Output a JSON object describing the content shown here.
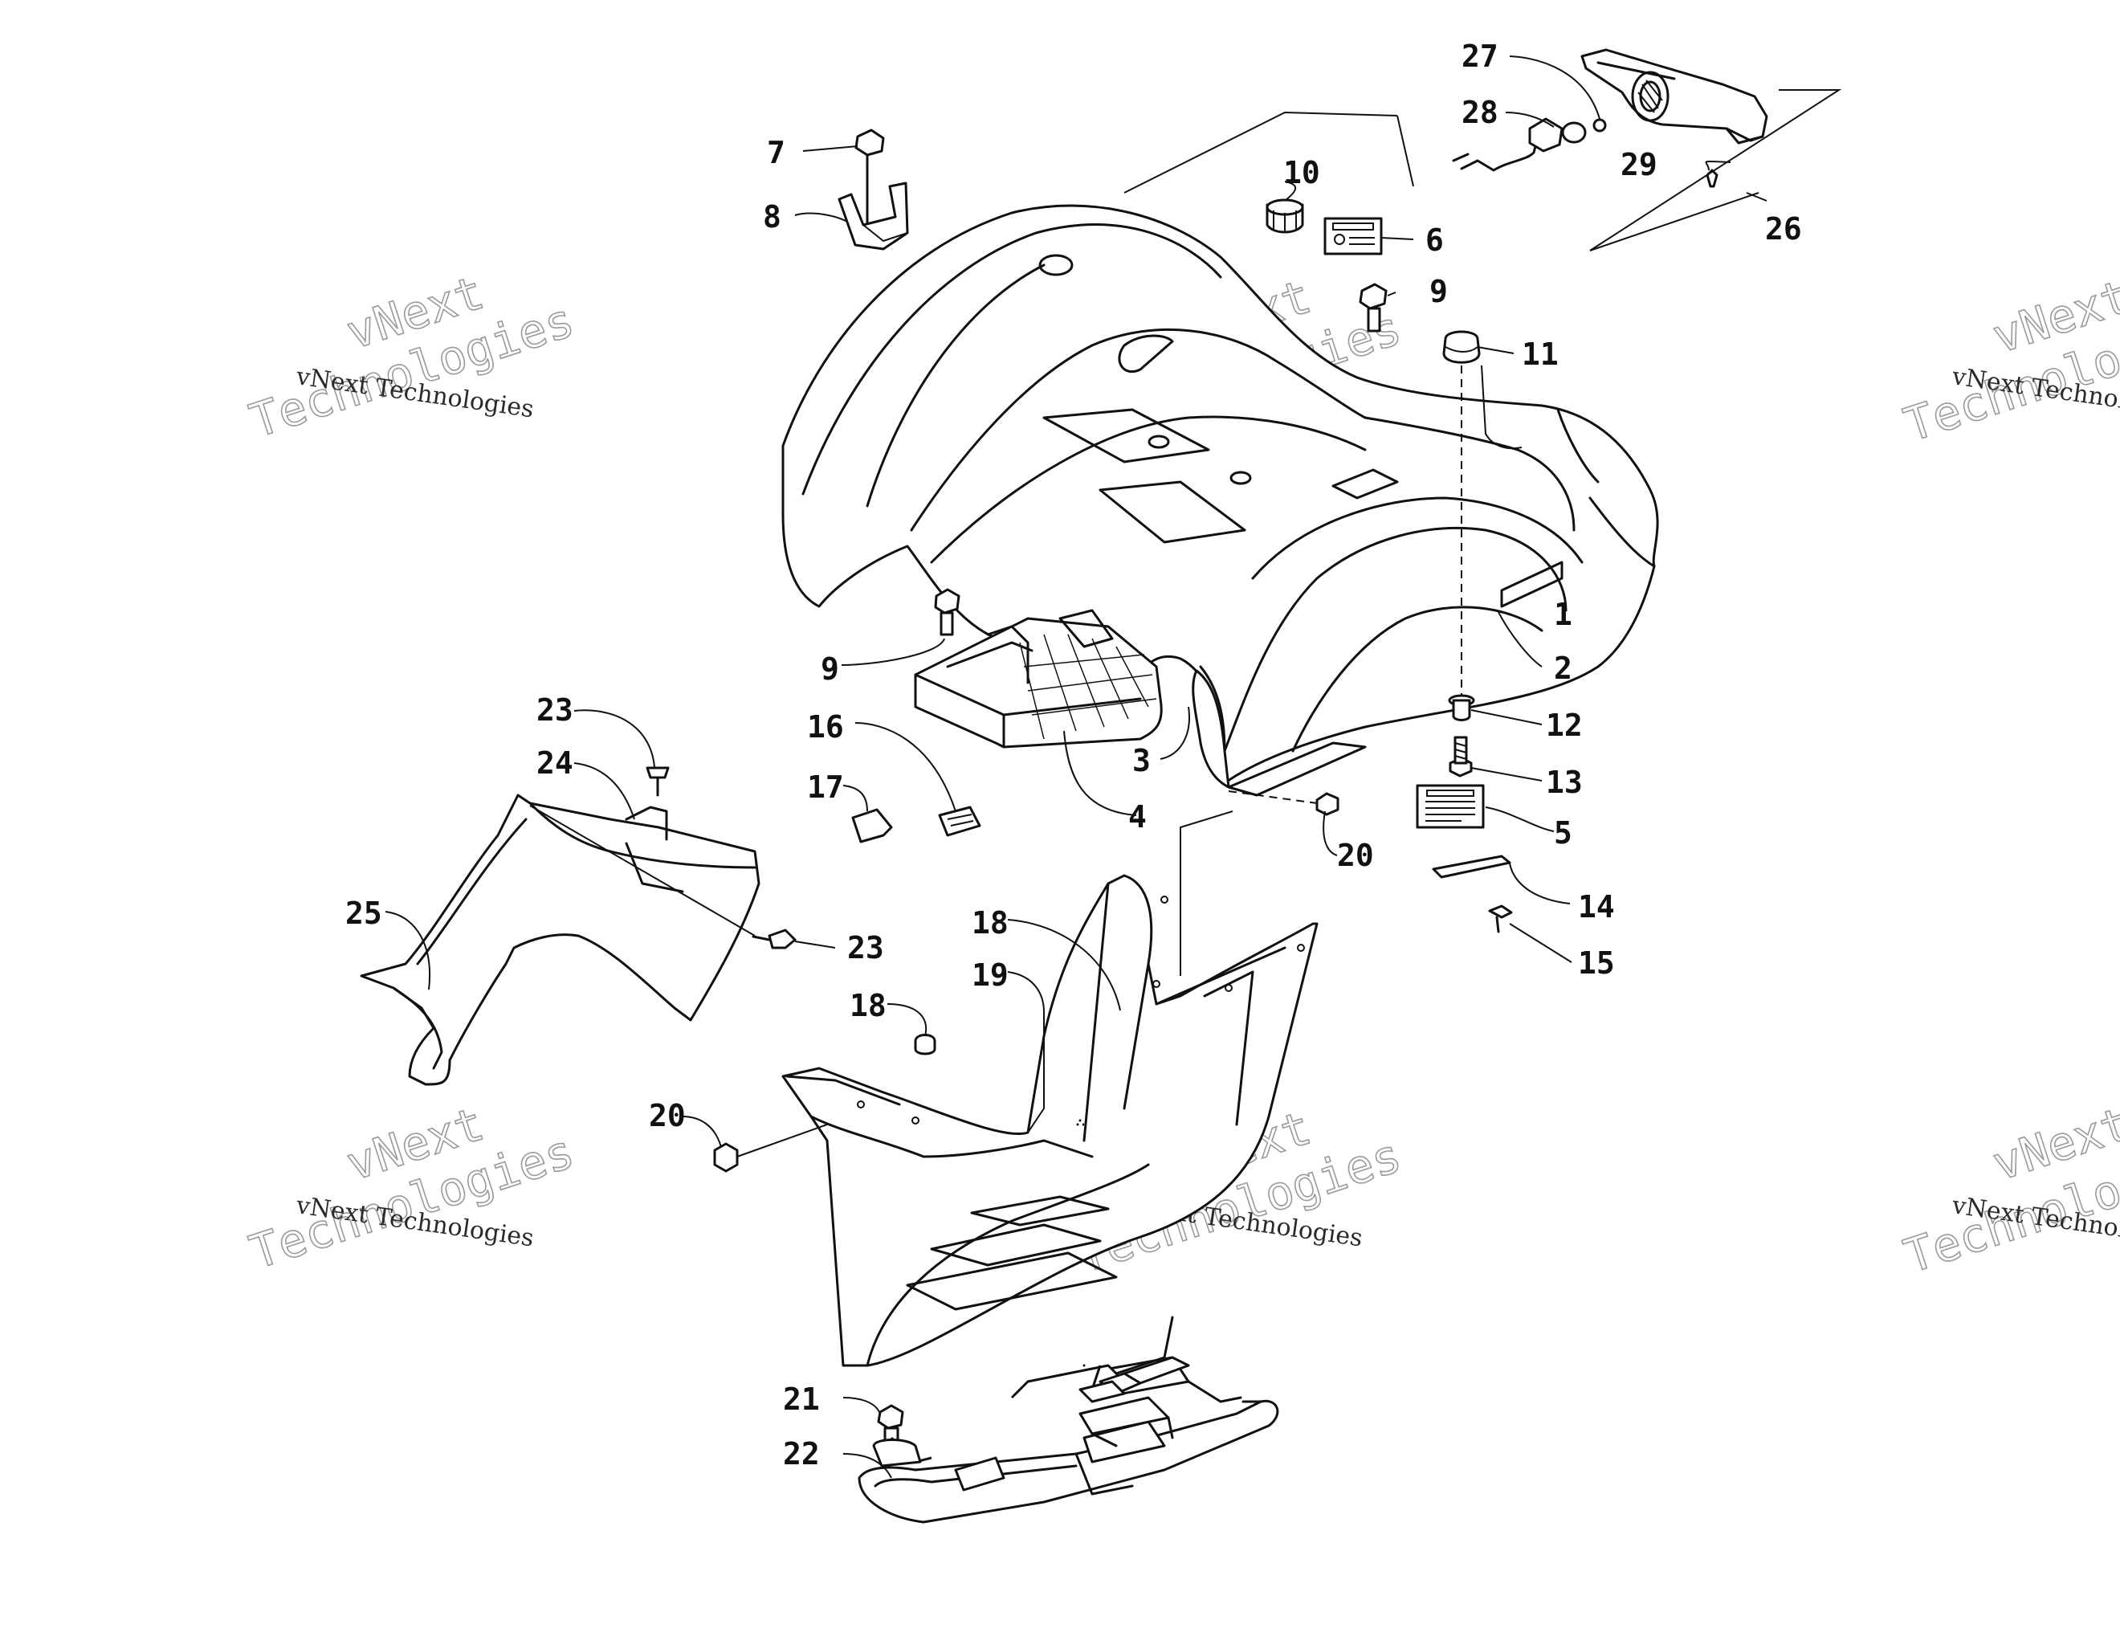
{
  "callouts": [
    "1",
    "2",
    "3",
    "4",
    "5",
    "6",
    "7",
    "8",
    "9",
    "9",
    "10",
    "11",
    "12",
    "13",
    "14",
    "15",
    "16",
    "17",
    "18",
    "18",
    "19",
    "20",
    "20",
    "21",
    "22",
    "23",
    "23",
    "24",
    "25",
    "26",
    "27",
    "28",
    "29"
  ],
  "watermark": {
    "line_name": "vNext",
    "line_full": "vNext Technologies",
    "line_tech": "Technologies"
  }
}
